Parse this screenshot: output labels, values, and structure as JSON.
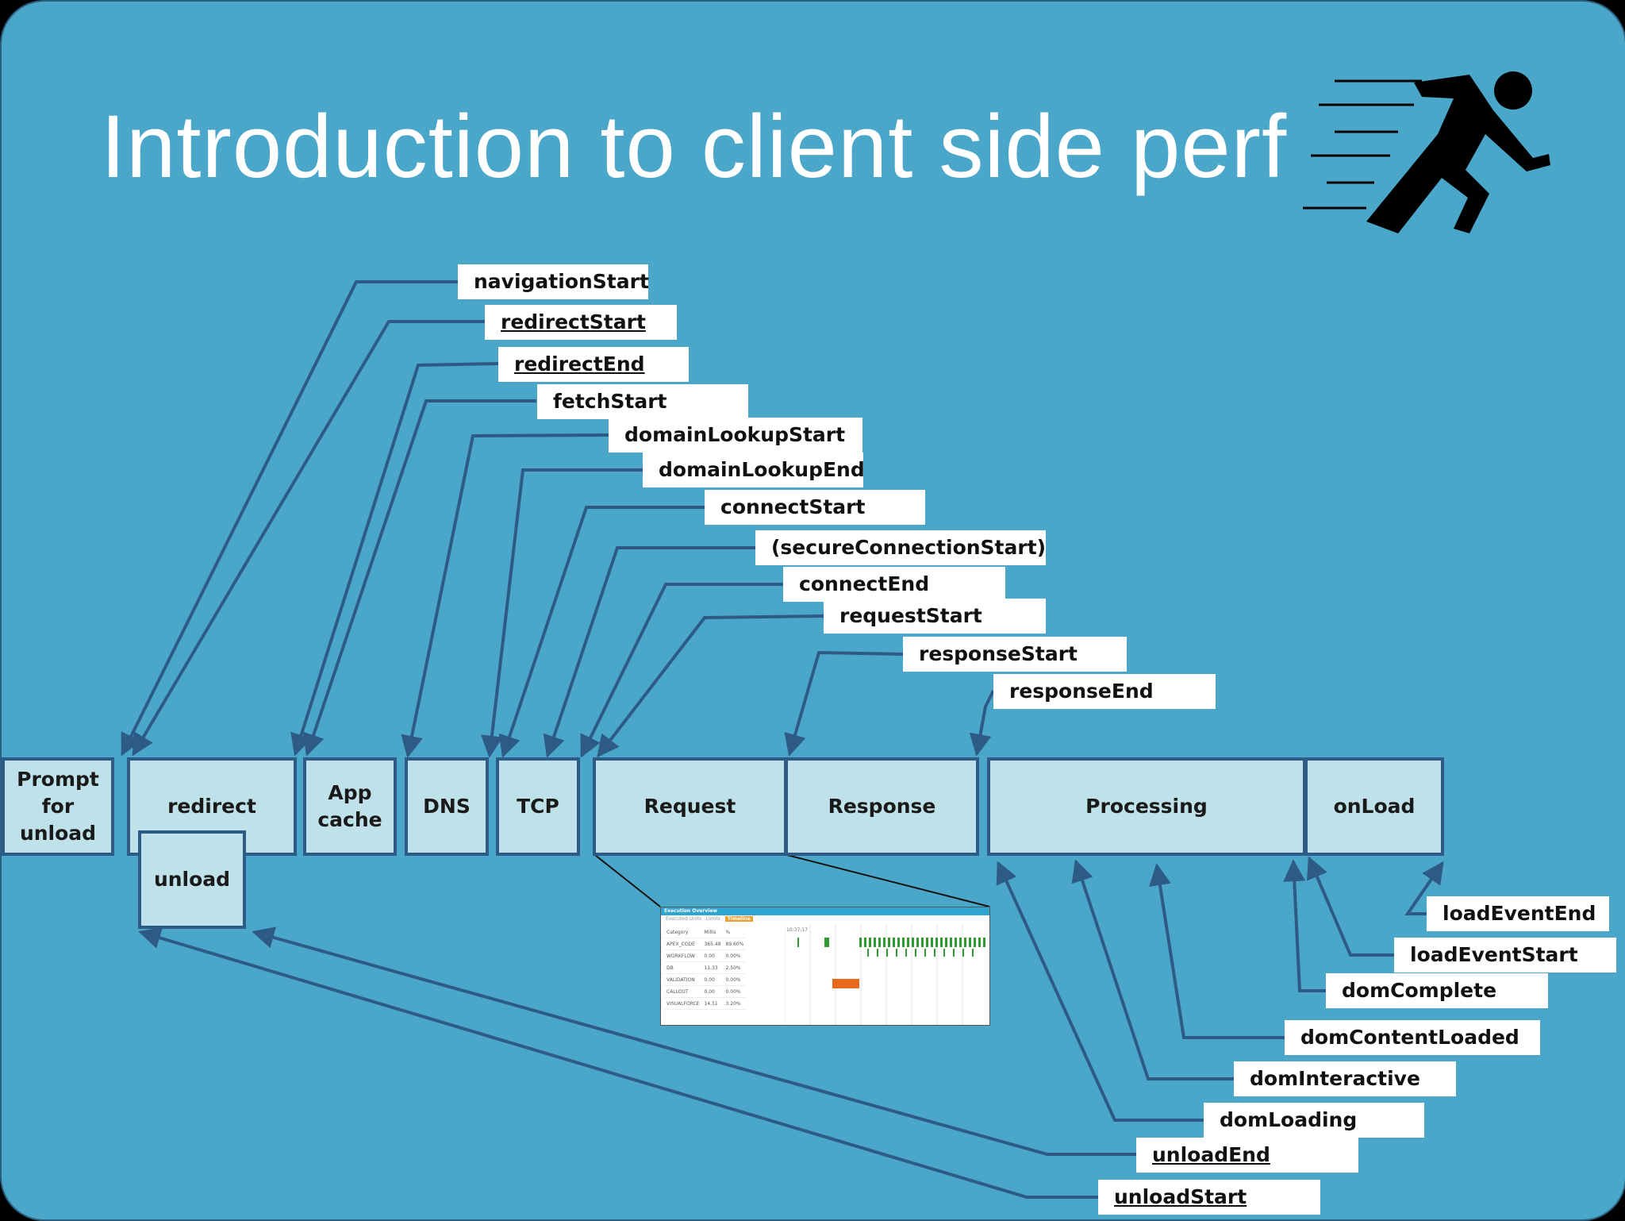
{
  "title": "Introduction to client side perf",
  "icons": {
    "runner": "running-man-icon"
  },
  "colors": {
    "background": "#4aa7c9",
    "phase_fill": "#bfe1ea",
    "phase_border": "#2e5b86",
    "arrow": "#2e5b86"
  },
  "top_labels": [
    {
      "id": "navigationStart",
      "text": "navigationStart",
      "underline": false
    },
    {
      "id": "redirectStart",
      "text": "redirectStart",
      "underline": true
    },
    {
      "id": "redirectEnd",
      "text": "redirectEnd",
      "underline": true
    },
    {
      "id": "fetchStart",
      "text": "fetchStart",
      "underline": false
    },
    {
      "id": "domainLookupStart",
      "text": "domainLookupStart",
      "underline": false
    },
    {
      "id": "domainLookupEnd",
      "text": "domainLookupEnd",
      "underline": false
    },
    {
      "id": "connectStart",
      "text": "connectStart",
      "underline": false
    },
    {
      "id": "secureConnectionStart",
      "text": "(secureConnectionStart)",
      "underline": false
    },
    {
      "id": "connectEnd",
      "text": "connectEnd",
      "underline": false
    },
    {
      "id": "requestStart",
      "text": "requestStart",
      "underline": false
    },
    {
      "id": "responseStart",
      "text": "responseStart",
      "underline": false
    },
    {
      "id": "responseEnd",
      "text": "responseEnd",
      "underline": false
    }
  ],
  "bottom_labels": [
    {
      "id": "loadEventEnd",
      "text": "loadEventEnd",
      "underline": false
    },
    {
      "id": "loadEventStart",
      "text": "loadEventStart",
      "underline": false
    },
    {
      "id": "domComplete",
      "text": "domComplete",
      "underline": false
    },
    {
      "id": "domContentLoaded",
      "text": "domContentLoaded",
      "underline": false
    },
    {
      "id": "domInteractive",
      "text": "domInteractive",
      "underline": false
    },
    {
      "id": "domLoading",
      "text": "domLoading",
      "underline": false
    },
    {
      "id": "unloadEnd",
      "text": "unloadEnd",
      "underline": true
    },
    {
      "id": "unloadStart",
      "text": "unloadStart",
      "underline": true
    }
  ],
  "phases": [
    {
      "id": "prompt-for-unload",
      "text": "Prompt\nfor\nunload"
    },
    {
      "id": "redirect",
      "text": "redirect"
    },
    {
      "id": "unload",
      "text": "unload"
    },
    {
      "id": "app-cache",
      "text": "App\ncache"
    },
    {
      "id": "dns",
      "text": "DNS"
    },
    {
      "id": "tcp",
      "text": "TCP"
    },
    {
      "id": "request",
      "text": "Request"
    },
    {
      "id": "response",
      "text": "Response"
    },
    {
      "id": "processing",
      "text": "Processing"
    },
    {
      "id": "onload",
      "text": "onLoad"
    }
  ],
  "thumbnail": {
    "header": "Execution Overview",
    "tabs": [
      "Executed Units",
      "Limits"
    ],
    "active_tab": "Timeline",
    "columns": [
      "Category",
      "Millis",
      "%"
    ],
    "rows": [
      [
        "APEX_CODE",
        "365.48",
        "89.60%"
      ],
      [
        "WORKFLOW",
        "0.00",
        "0.00%"
      ],
      [
        "DB",
        "11.33",
        "2.50%"
      ],
      [
        "VALIDATION",
        "0.00",
        "0.00%"
      ],
      [
        "CALLOUT",
        "0.00",
        "0.00%"
      ],
      [
        "VISUALFORCE",
        "14.51",
        "3.20%"
      ]
    ],
    "time_tick": "10:37:17"
  }
}
